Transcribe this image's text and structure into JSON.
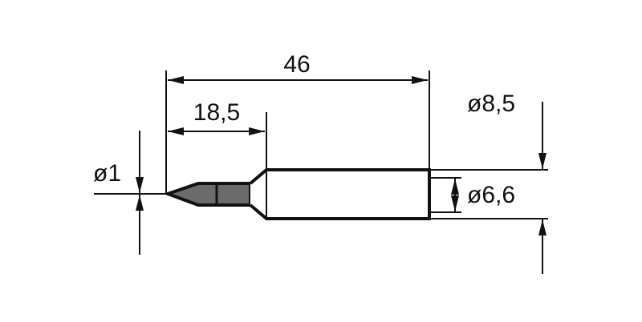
{
  "title": "Soldering tip dimension drawing",
  "dimensions": {
    "overall_length": "46",
    "tip_length": "18,5",
    "tip_diameter": "ø1",
    "outer_diameter": "ø8,5",
    "inner_diameter": "ø6,6"
  },
  "colors": {
    "line": "#111111",
    "tip_fill": "#6b6b6b"
  }
}
